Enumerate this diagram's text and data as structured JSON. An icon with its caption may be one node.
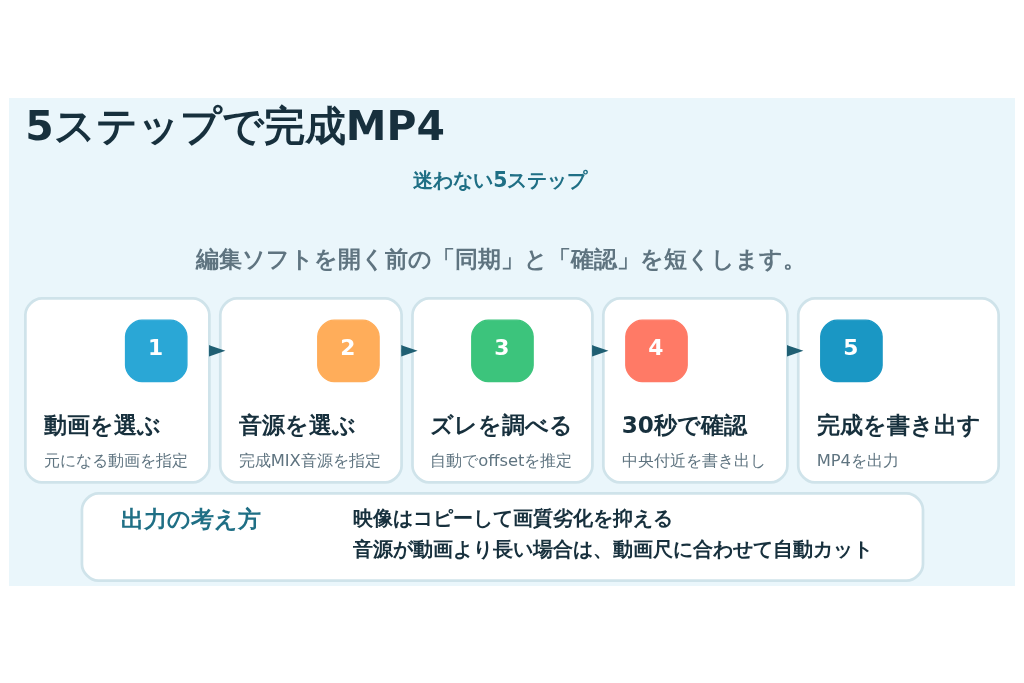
{
  "diagram": {
    "title": "5ステップで完成MP4",
    "nodes": [
      {
        "text": [
          "動画を選ぶ",
          "元になる動画を指定"
        ]
      },
      {
        "text": [
          "1"
        ],
        "in": 0
      },
      {
        "text": [
          "音源を選ぶ",
          "完成MIX音源を指定"
        ]
      },
      {
        "text": [
          "2"
        ],
        "in": 2
      },
      {
        "text": [
          "ズレを調べる",
          "自動でoffsetを推定"
        ]
      },
      {
        "text": [
          "3"
        ],
        "in": 4
      },
      {
        "text": [
          "30秒で確認",
          "中央付近を書き出し"
        ]
      },
      {
        "text": [
          "4"
        ],
        "in": 6
      },
      {
        "text": [
          "完成を書き出す",
          "MP4を出力"
        ]
      },
      {
        "text": [
          "5"
        ],
        "in": 8
      },
      {
        "text": [
          "出力の考え方",
          "映像はコピーして画質劣化を抑える",
          "音源が動画より長い場合は、動画尺に合わせて自動カット"
        ]
      }
    ],
    "edges": [
      {
        "from": 0,
        "to": 2,
        "arrow": "to"
      },
      {
        "from": 2,
        "to": 4,
        "arrow": "to"
      },
      {
        "from": 4,
        "to": 6,
        "arrow": "to"
      },
      {
        "from": 6,
        "to": 8,
        "arrow": "to"
      }
    ],
    "labels": [
      "迷わない5ステップ",
      "編集ソフトを開く前の「同期」と「確認」を短くします。"
    ]
  }
}
